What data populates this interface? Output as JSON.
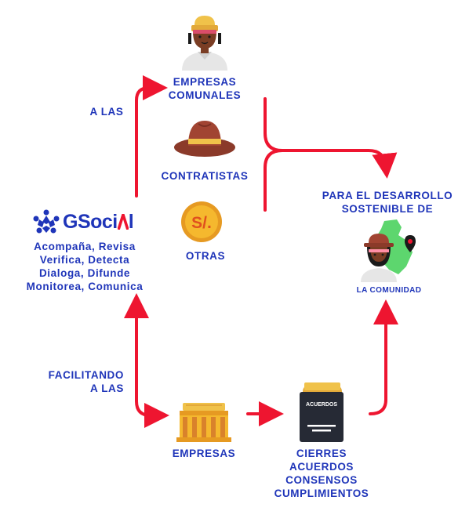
{
  "brand": {
    "name_left": "GSoci",
    "name_right": "l"
  },
  "brand_tagline": [
    "Acompaña, Revisa",
    "Verifica, Detecta",
    "Dialoga, Difunde",
    "Monitorea, Comunica"
  ],
  "a_las": "A LAS",
  "facilitando": [
    "FACILITANDO",
    "A LAS"
  ],
  "empresas_comunales": [
    "EMPRESAS",
    "COMUNALES"
  ],
  "contratistas": "CONTRATISTAS",
  "otras": "OTRAS",
  "coin_symbol": "S/.",
  "desarrollo": [
    "PARA EL DESARROLLO",
    "SOSTENIBLE DE"
  ],
  "la_comunidad": "LA COMUNIDAD",
  "empresas": "EMPRESAS",
  "acuerdos_doc": "ACUERDOS",
  "cierres": [
    "CIERRES",
    "ACUERDOS",
    "CONSENSOS",
    "CUMPLIMIENTOS"
  ],
  "colors": {
    "label_blue": "#1f35b9",
    "arrow_red": "#ee1530",
    "hat_brown": "#8b3a2a",
    "coin_gold": "#f5b82e",
    "map_green": "#5dd66e"
  },
  "icons": [
    "worker-woman-icon",
    "hat-icon",
    "coin-icon",
    "community-map-icon",
    "building-icon",
    "agreement-document-icon",
    "gsocial-logo-icon"
  ]
}
